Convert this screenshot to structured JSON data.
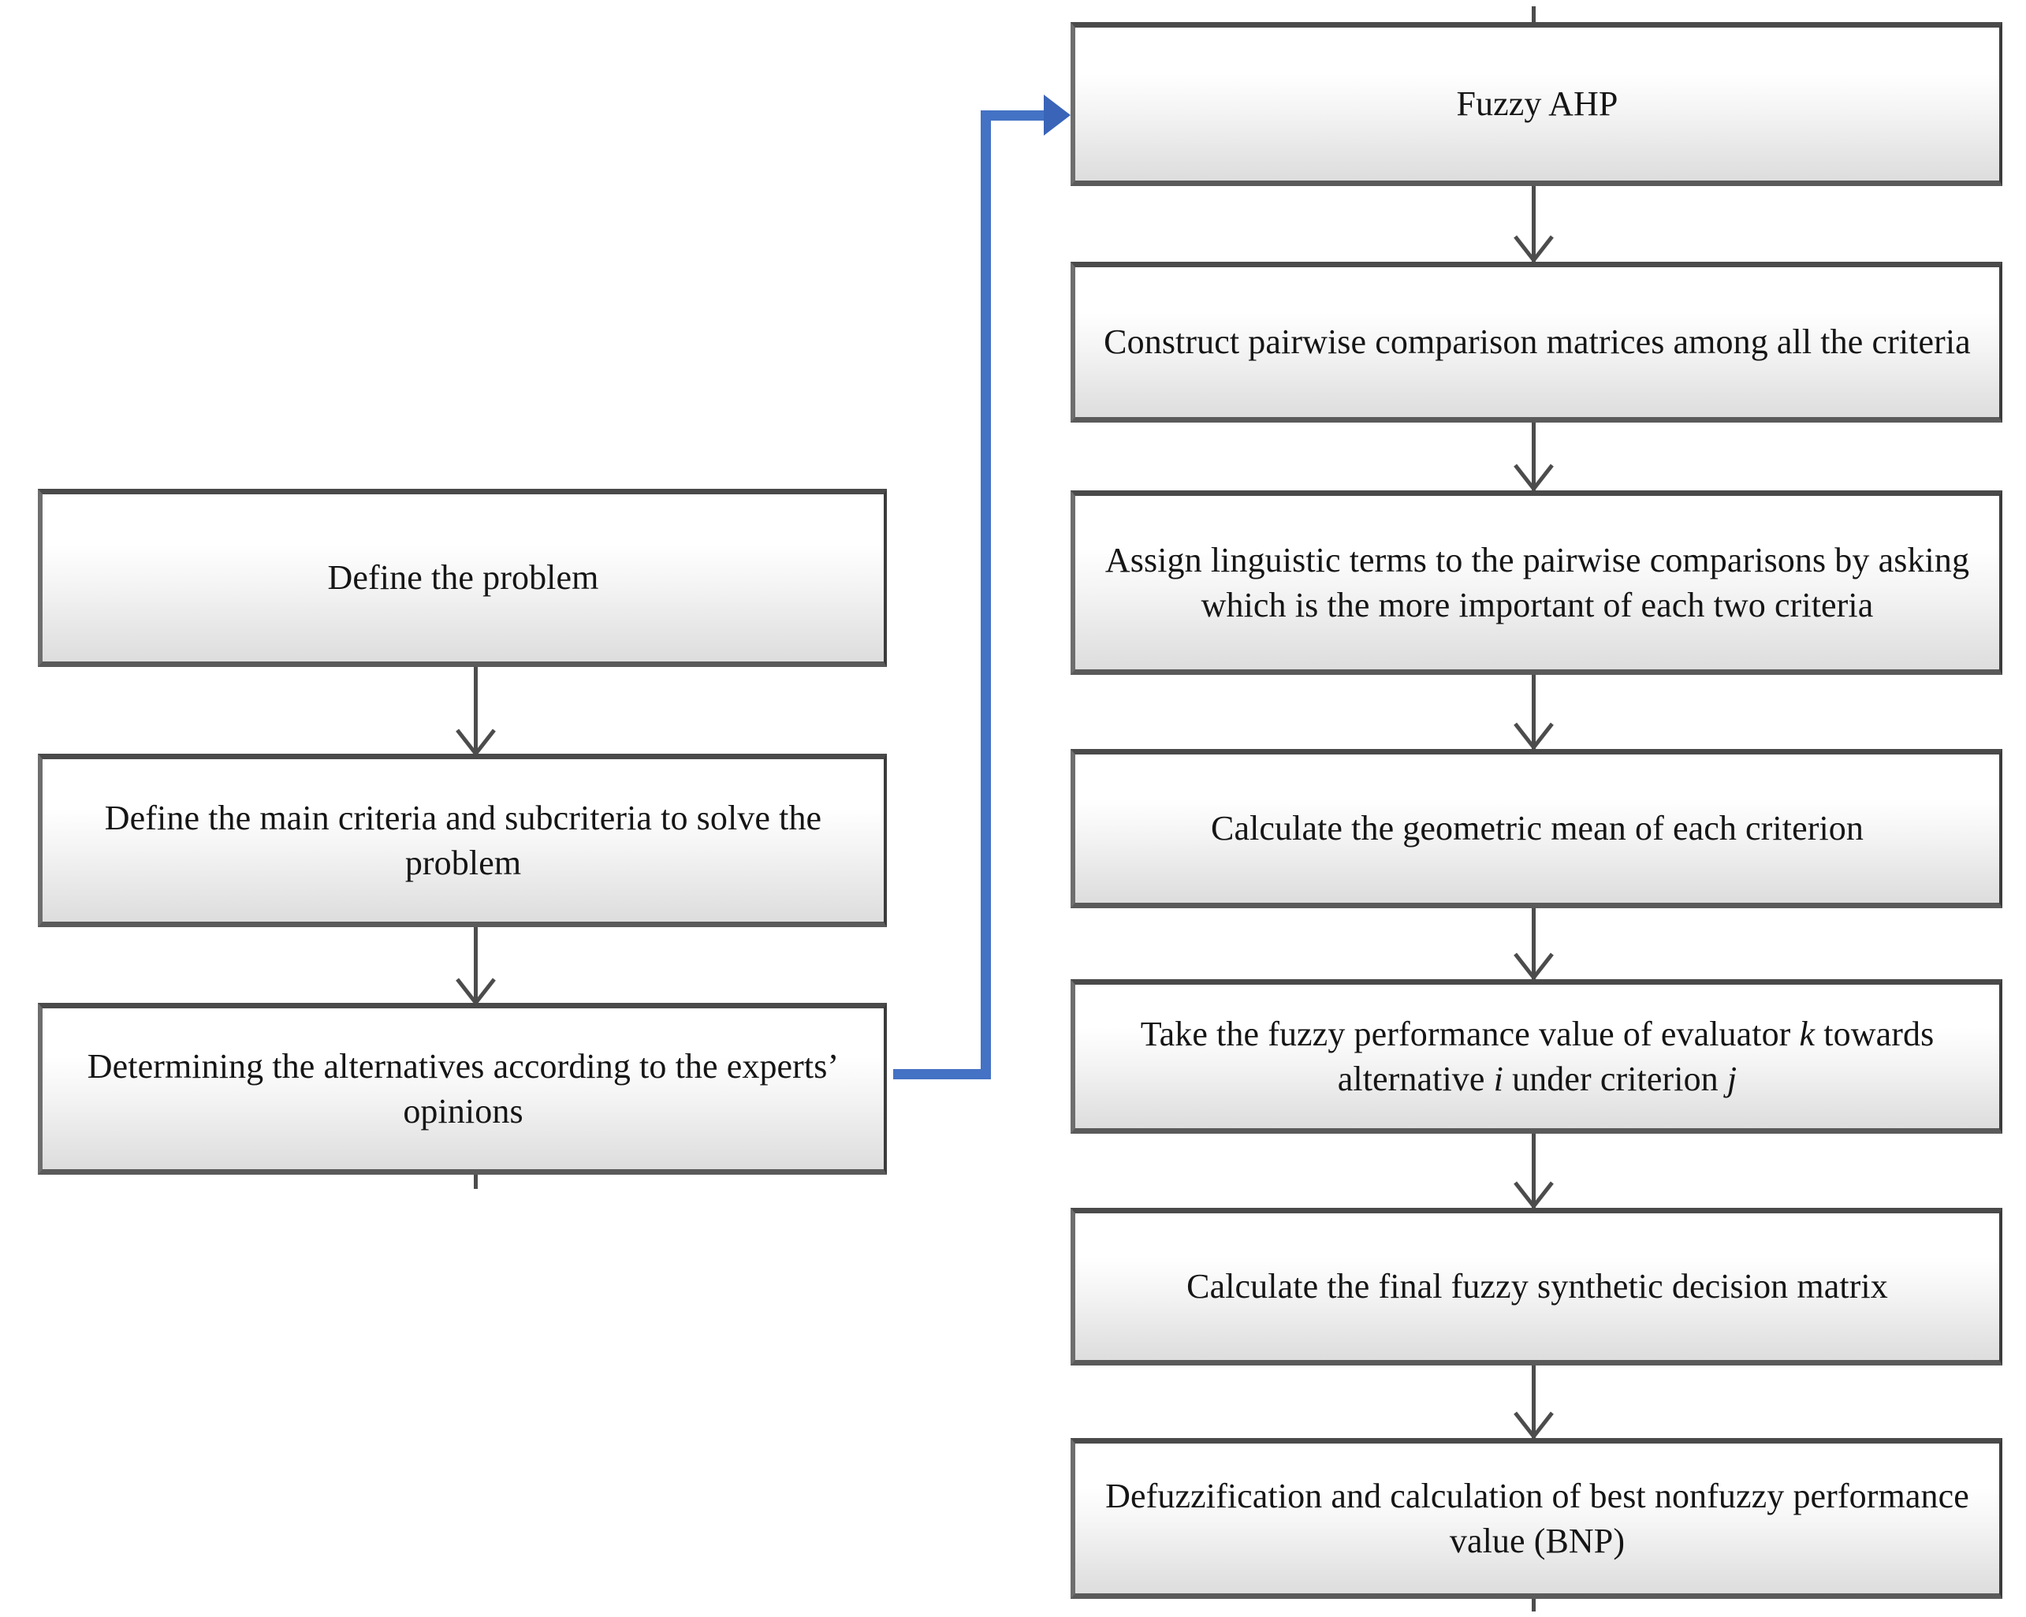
{
  "diagram": {
    "type": "flowchart",
    "title": "Fuzzy AHP decision-making process flowchart",
    "accent_color_blue": "#4472C4",
    "connector_color_gray": "#4C4C4C",
    "node_fill_top": "#FFFFFF",
    "node_fill_bottom": "#DDDDDD",
    "node_border_color": "#3F3F3F",
    "text_color": "#151515"
  },
  "left_column": {
    "nodes": [
      {
        "id": "define-problem",
        "label": "Define the problem"
      },
      {
        "id": "define-criteria",
        "label": "Define the main criteria and subcriteria to solve the problem"
      },
      {
        "id": "determine-alternatives",
        "label": "Determining the alternatives according to the experts’ opinions"
      }
    ]
  },
  "right_column": {
    "nodes": [
      {
        "id": "fuzzy-ahp",
        "label": "Fuzzy AHP"
      },
      {
        "id": "construct-matrices",
        "label": "Construct pairwise comparison matrices among all the criteria"
      },
      {
        "id": "assign-linguistic",
        "label": "Assign linguistic terms to the pairwise comparisons by asking which is the more important of each two criteria"
      },
      {
        "id": "geometric-mean",
        "label": "Calculate the geometric mean of each criterion"
      },
      {
        "id": "fuzzy-performance",
        "label_part1": "Take the fuzzy performance value of evaluator ",
        "label_k": "k",
        "label_part2": " towards alternative ",
        "label_i": "i",
        "label_part3": " under criterion ",
        "label_j": "j"
      },
      {
        "id": "synthetic-decision",
        "label": "Calculate the final fuzzy synthetic decision matrix"
      },
      {
        "id": "defuzzification",
        "label": "Defuzzification and calculation of best nonfuzzy performance value (BNP)"
      }
    ]
  },
  "connectors": {
    "left_chain": [
      {
        "from": "define-problem",
        "to": "define-criteria",
        "style": "gray-arrow-down"
      },
      {
        "from": "define-criteria",
        "to": "determine-alternatives",
        "style": "gray-arrow-down"
      }
    ],
    "right_chain": [
      {
        "from": "fuzzy-ahp",
        "to": "construct-matrices",
        "style": "gray-arrow-down"
      },
      {
        "from": "construct-matrices",
        "to": "assign-linguistic",
        "style": "gray-arrow-down"
      },
      {
        "from": "assign-linguistic",
        "to": "geometric-mean",
        "style": "gray-arrow-down"
      },
      {
        "from": "geometric-mean",
        "to": "fuzzy-performance",
        "style": "gray-arrow-down"
      },
      {
        "from": "fuzzy-performance",
        "to": "synthetic-decision",
        "style": "gray-arrow-down"
      },
      {
        "from": "synthetic-decision",
        "to": "defuzzification",
        "style": "gray-arrow-down"
      }
    ],
    "cross_link": {
      "from": "determine-alternatives",
      "to": "fuzzy-ahp",
      "style": "blue-elbow-arrow-right",
      "color": "#4472C4"
    }
  }
}
